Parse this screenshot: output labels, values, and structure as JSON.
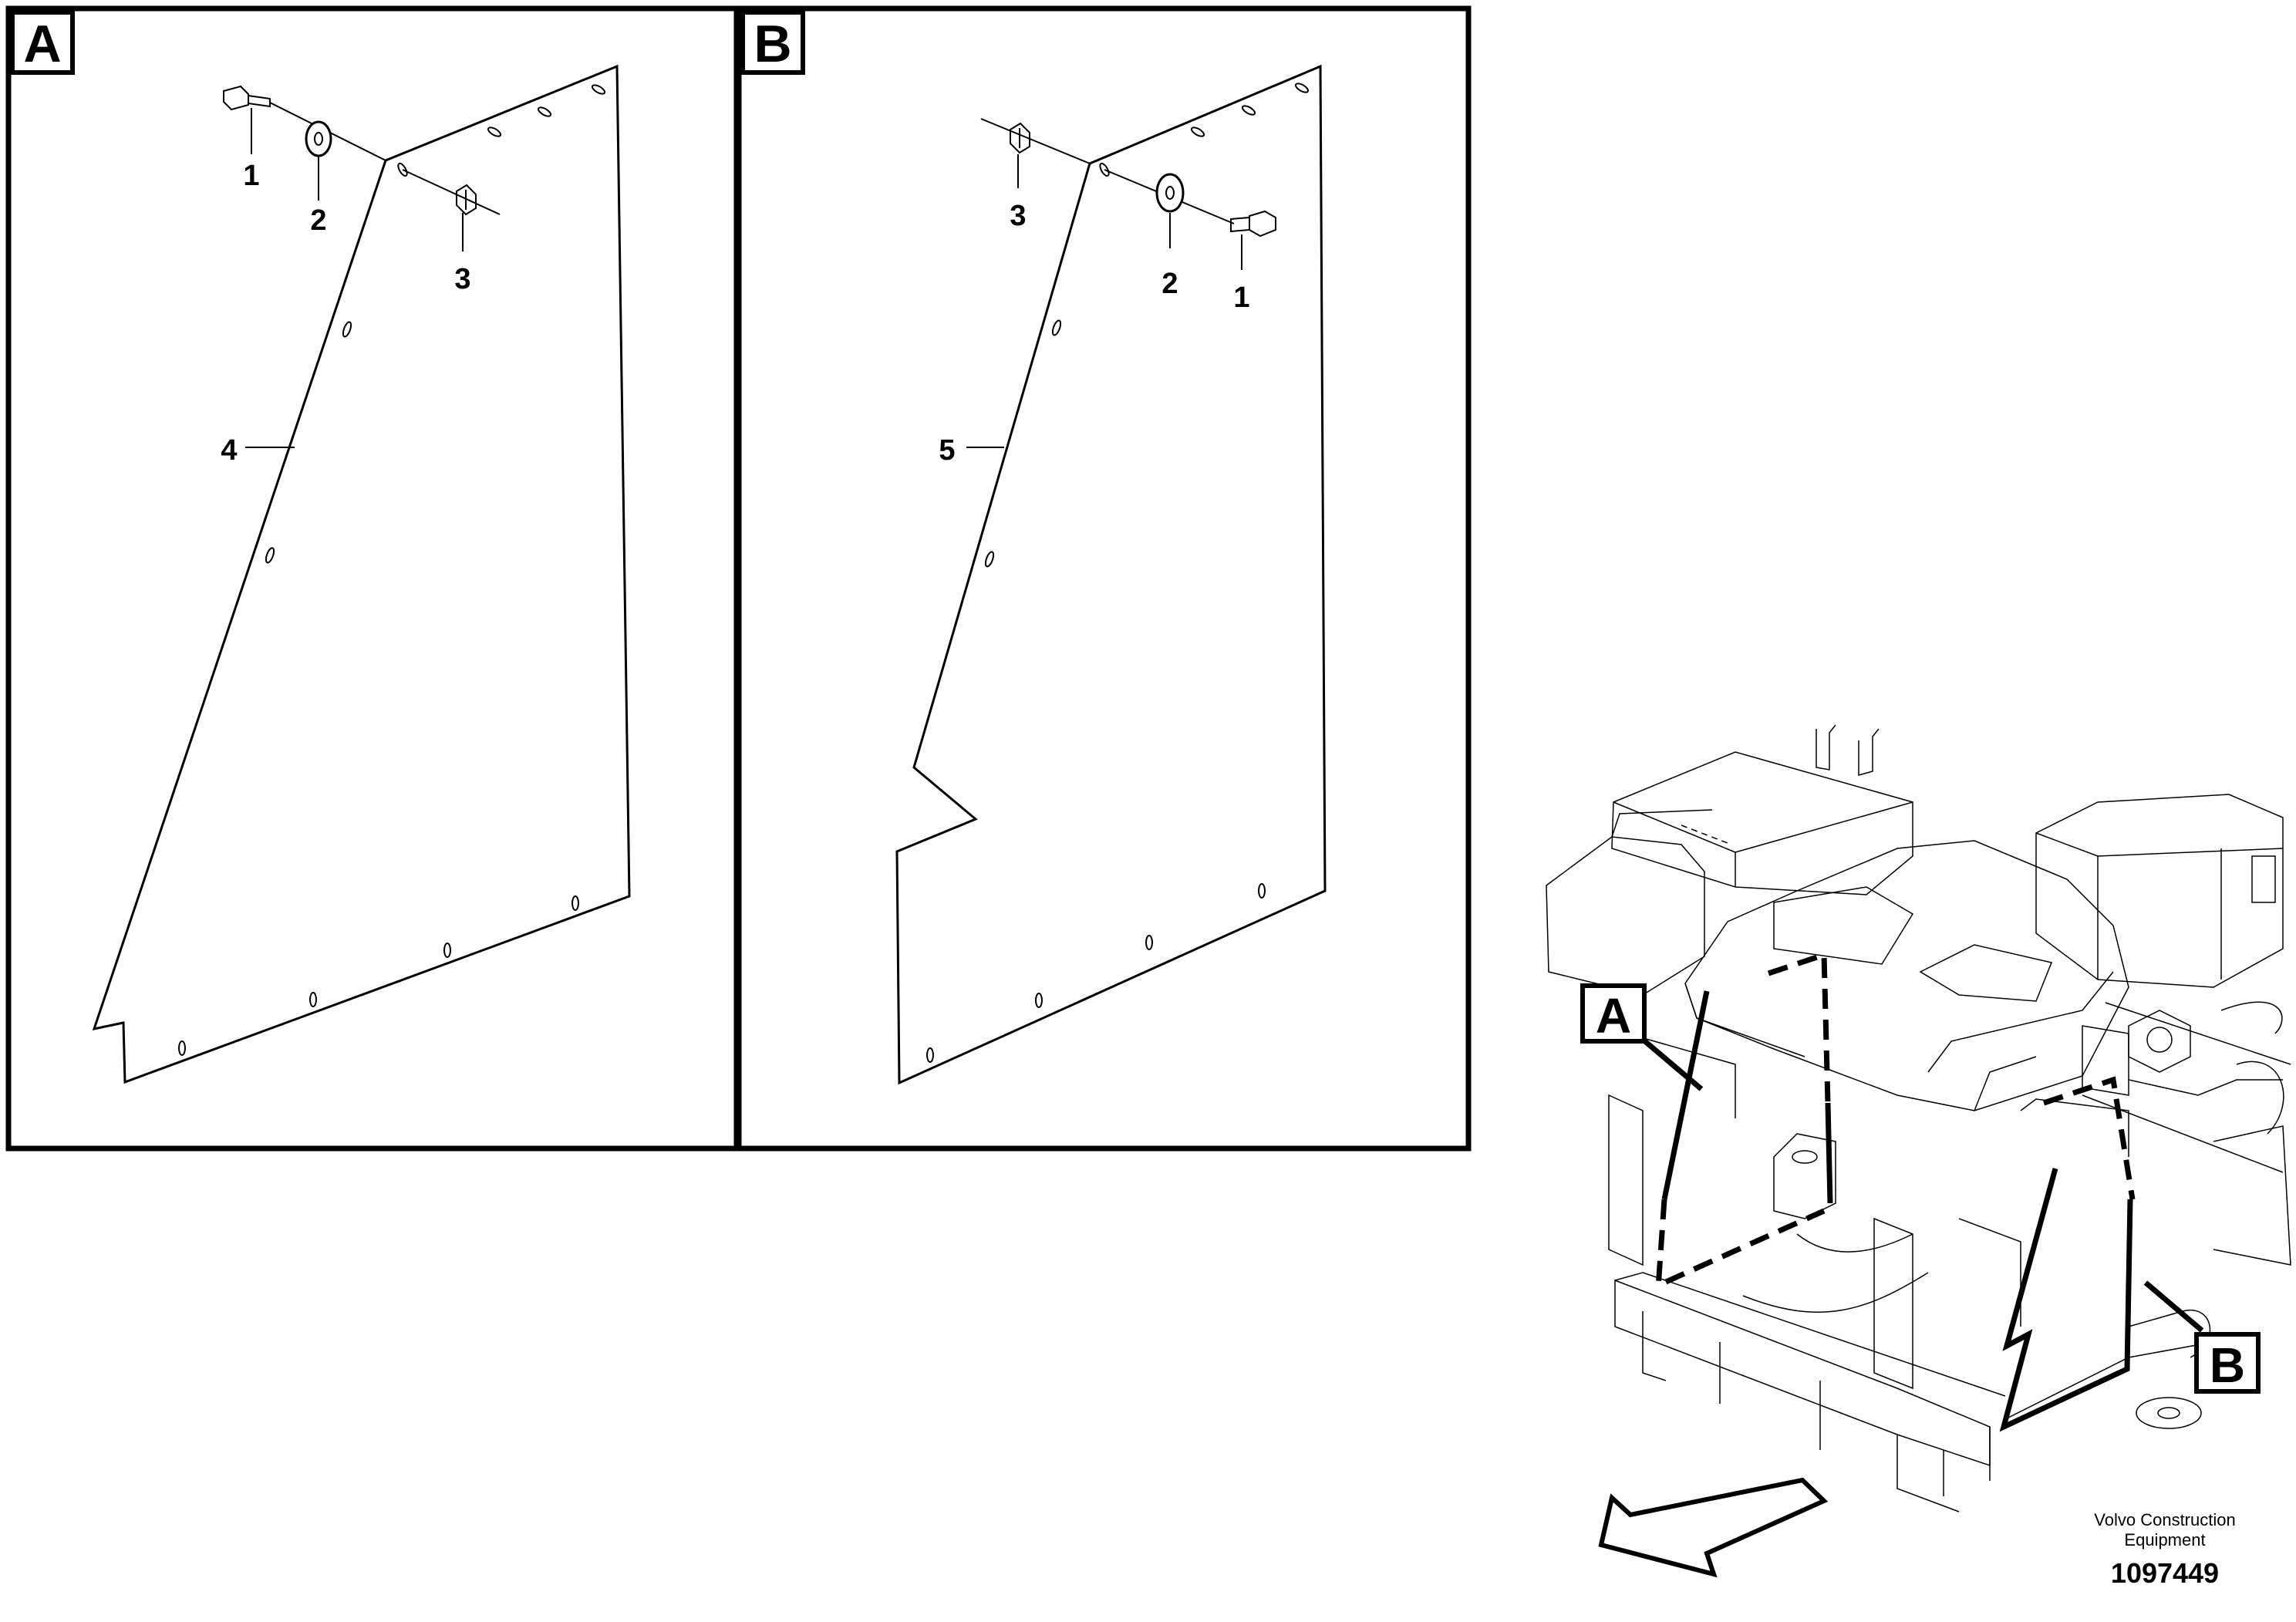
{
  "panels": [
    {
      "letter": "A",
      "panel_part": "4",
      "callouts": [
        "1",
        "2",
        "3"
      ]
    },
    {
      "letter": "B",
      "panel_part": "5",
      "callouts": [
        "3",
        "2",
        "1"
      ]
    }
  ],
  "overview": {
    "markers": [
      "A",
      "B"
    ]
  },
  "footer": {
    "brand_line1": "Volvo Construction",
    "brand_line2": "Equipment",
    "doc_number": "1097449"
  }
}
